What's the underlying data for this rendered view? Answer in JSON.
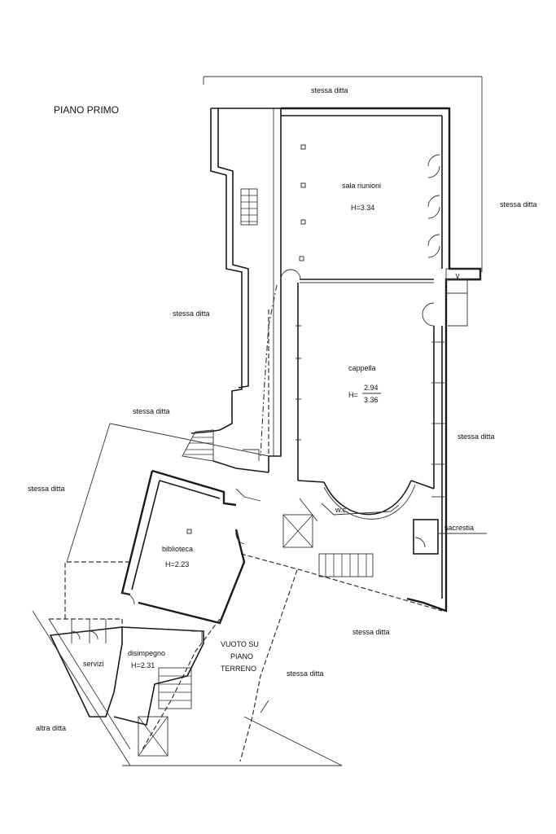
{
  "title": "PIANO PRIMO",
  "rooms": {
    "sala_riunioni": {
      "name": "sala riunioni",
      "height": "H=3.34"
    },
    "cappella": {
      "name": "cappella",
      "height_prefix": "H=",
      "height_top": "2.94",
      "height_bottom": "3.36"
    },
    "biblioteca": {
      "name": "biblioteca",
      "height": "H=2.23"
    },
    "disimpegno": {
      "name": "disimpegno",
      "height": "H=2.31"
    },
    "servizi": {
      "name": "servizi"
    },
    "sacrestia": {
      "name": "sacrestia"
    },
    "wc": {
      "name": "w.c."
    },
    "vuoto": {
      "line1": "VUOTO SU",
      "line2": "PIANO",
      "line3": "TERRENO"
    }
  },
  "neighbours": {
    "label": "stessa ditta",
    "other": "altra ditta"
  }
}
